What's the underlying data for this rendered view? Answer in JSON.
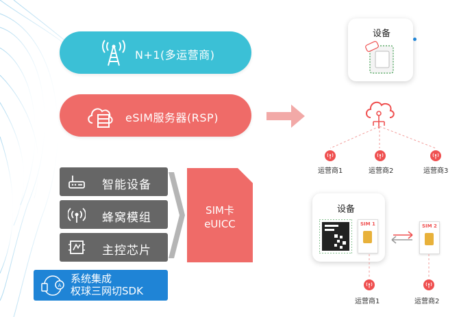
{
  "pills": {
    "operator": "N+1(多运营商)",
    "server": "eSIM服务器(RSP)"
  },
  "device_stack": {
    "smart_device": "智能设备",
    "cellular_module": "蜂窝模组",
    "main_chip": "主控芯片"
  },
  "sim_card": {
    "line1": "SIM卡",
    "line2": "eUICC"
  },
  "sdk": {
    "line1": "系统集成",
    "line2": "权球三网切SDK"
  },
  "top_device": {
    "title": "设备",
    "operators": [
      "运营商1",
      "运营商2",
      "运营商3"
    ]
  },
  "bottom_device": {
    "title": "设备",
    "sim1": "SIM 1",
    "sim2": "SIM 2",
    "operators": [
      "运营商1",
      "运营商2"
    ]
  },
  "colors": {
    "teal": "#3bc0d6",
    "coral": "#ef6b68",
    "gray": "#666666",
    "blue": "#1f84d6",
    "red": "#ef5050"
  }
}
